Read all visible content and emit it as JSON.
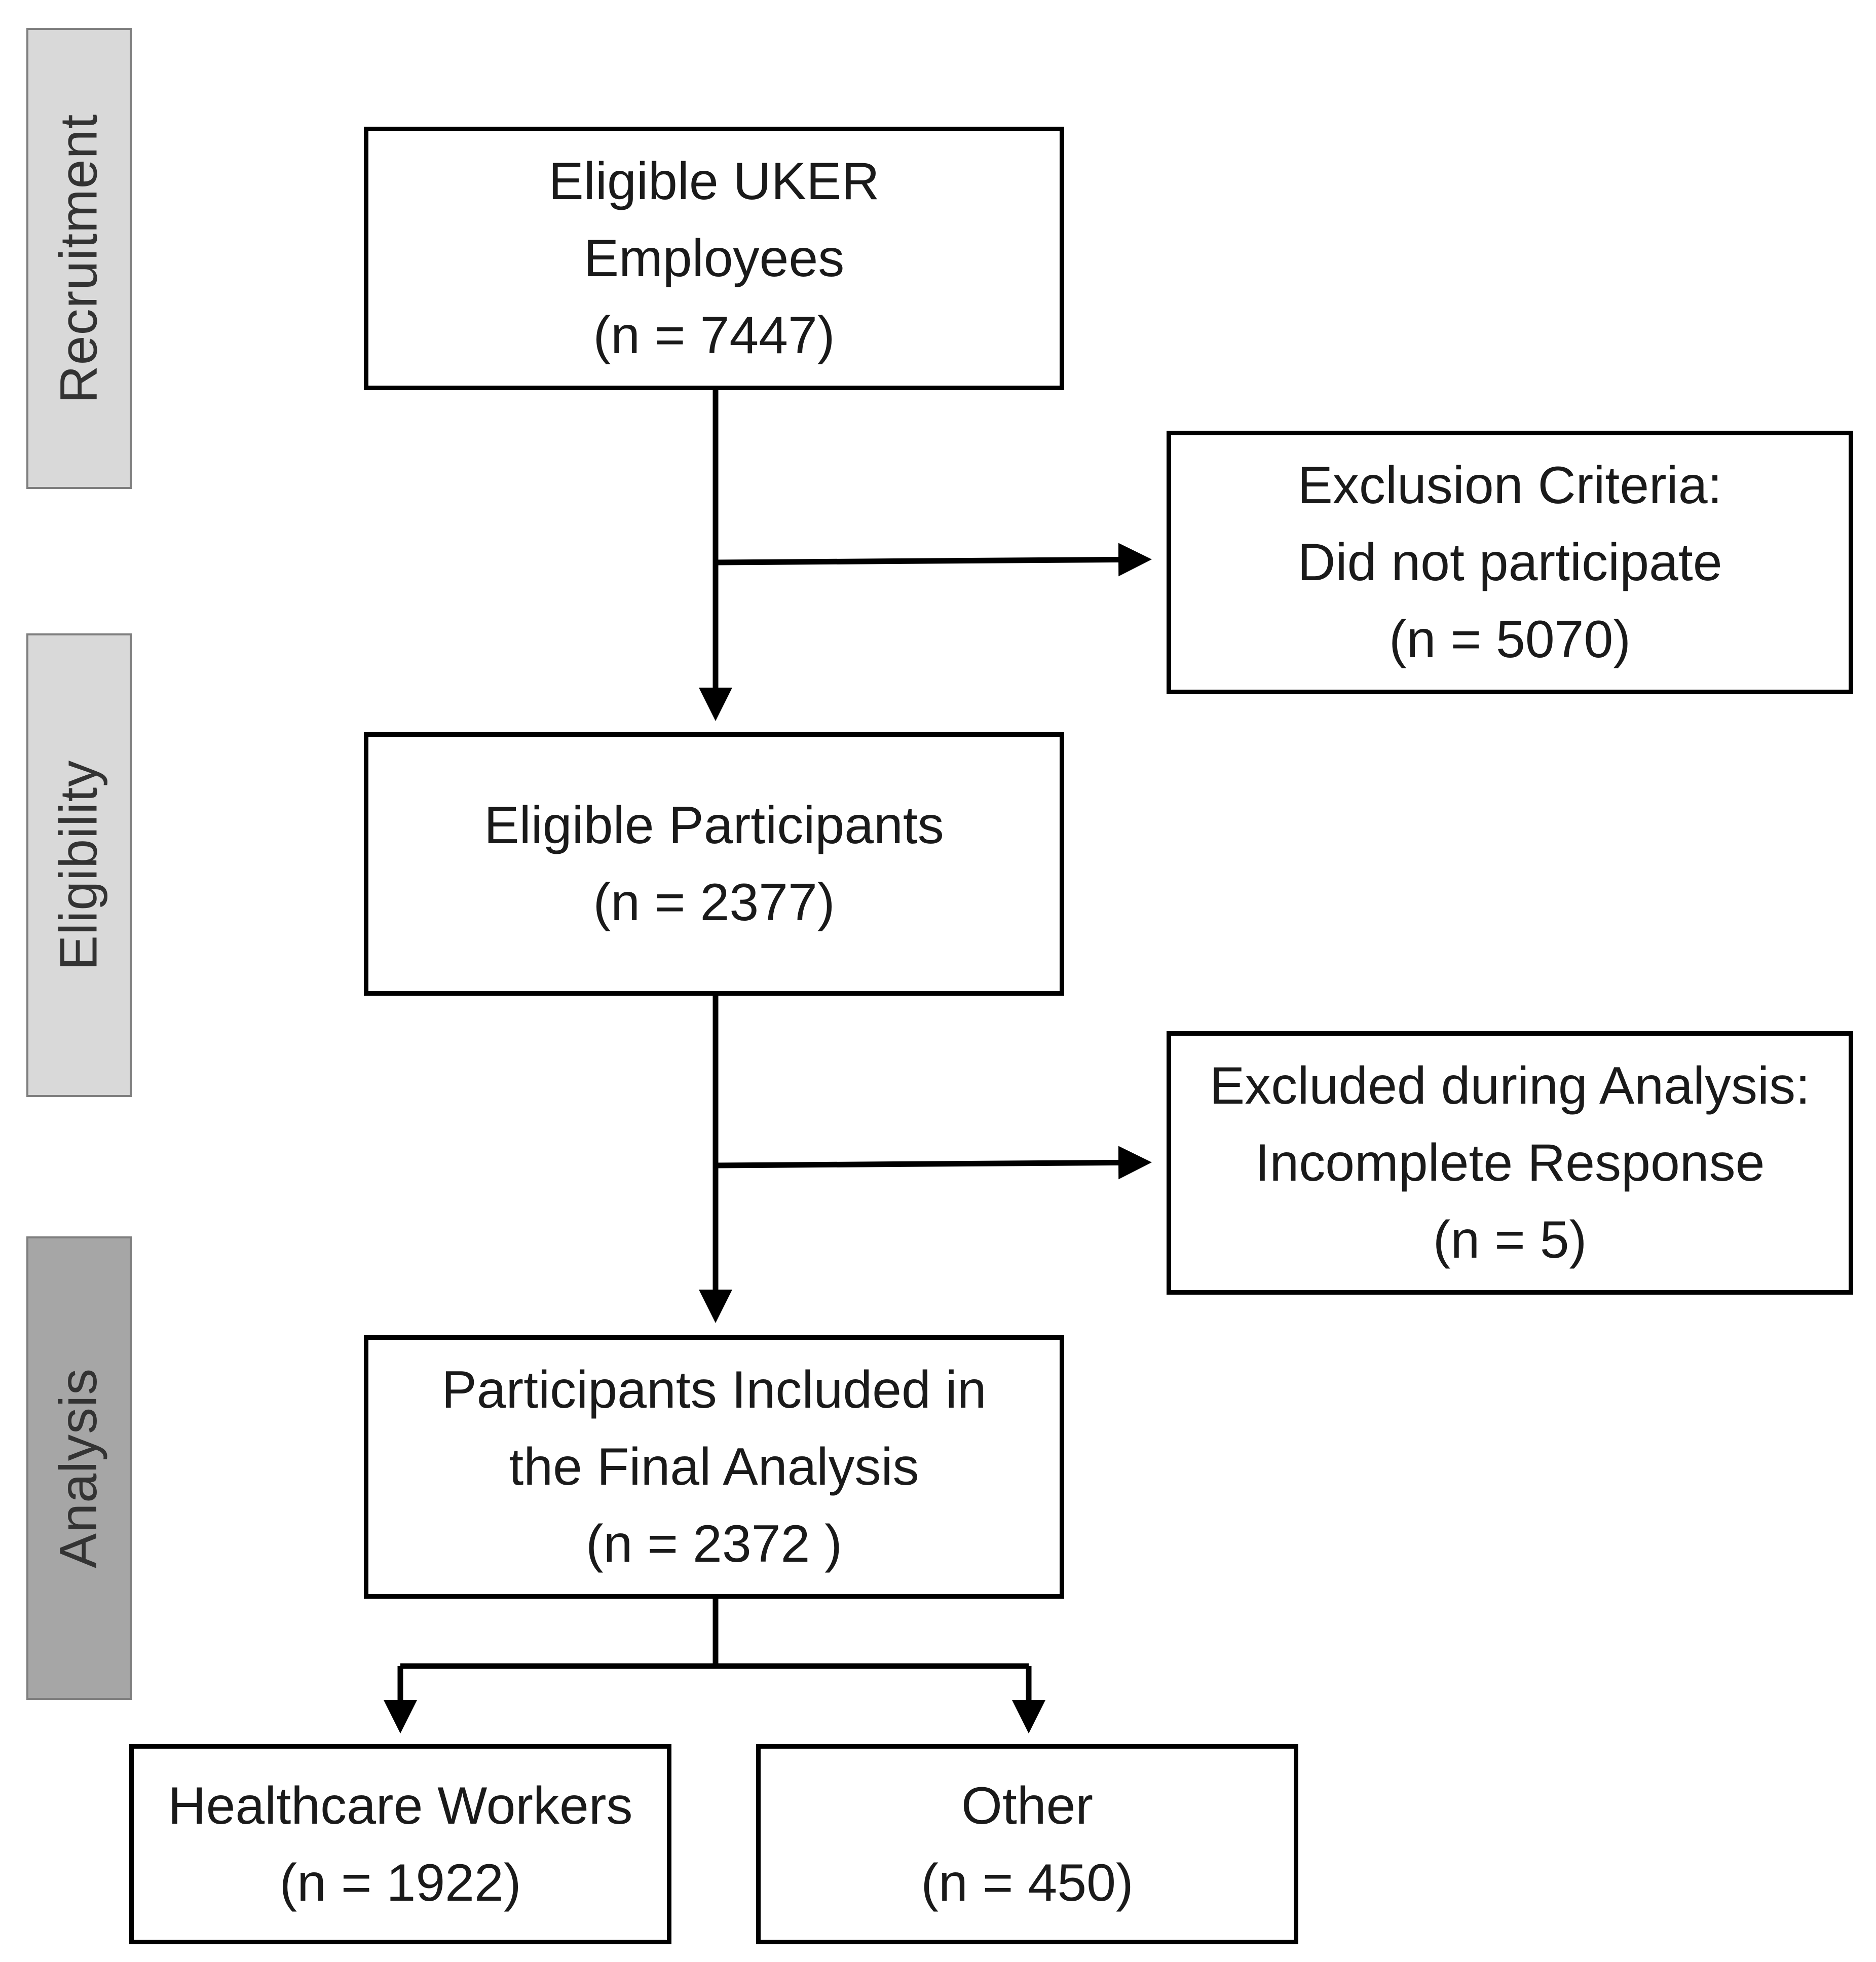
{
  "phases": {
    "recruitment": "Recruitment",
    "eligibility": "Eligibility",
    "analysis": "Analysis"
  },
  "boxes": {
    "eligible_employees": {
      "line1": "Eligible UKER",
      "line2": "Employees",
      "line3": "(n = 7447)"
    },
    "exclusion_criteria": {
      "line1": "Exclusion Criteria:",
      "line2": "Did not participate",
      "line3": "(n = 5070)"
    },
    "eligible_participants": {
      "line1": "Eligible Participants",
      "line2": "(n = 2377)"
    },
    "excluded_analysis": {
      "line1": "Excluded during Analysis:",
      "line2": "Incomplete Response",
      "line3": "(n = 5)"
    },
    "final_analysis": {
      "line1": "Participants Included in",
      "line2": "the Final Analysis",
      "line3": "(n = 2372 )"
    },
    "healthcare_workers": {
      "line1": "Healthcare Workers",
      "line2": "(n = 1922)"
    },
    "other": {
      "line1": "Other",
      "line2": "(n = 450)"
    }
  },
  "colors": {
    "box_border": "#000000",
    "phase_light": "#d9d9d9",
    "phase_dark": "#a6a6a6",
    "phase_border": "#7f7f7f"
  }
}
